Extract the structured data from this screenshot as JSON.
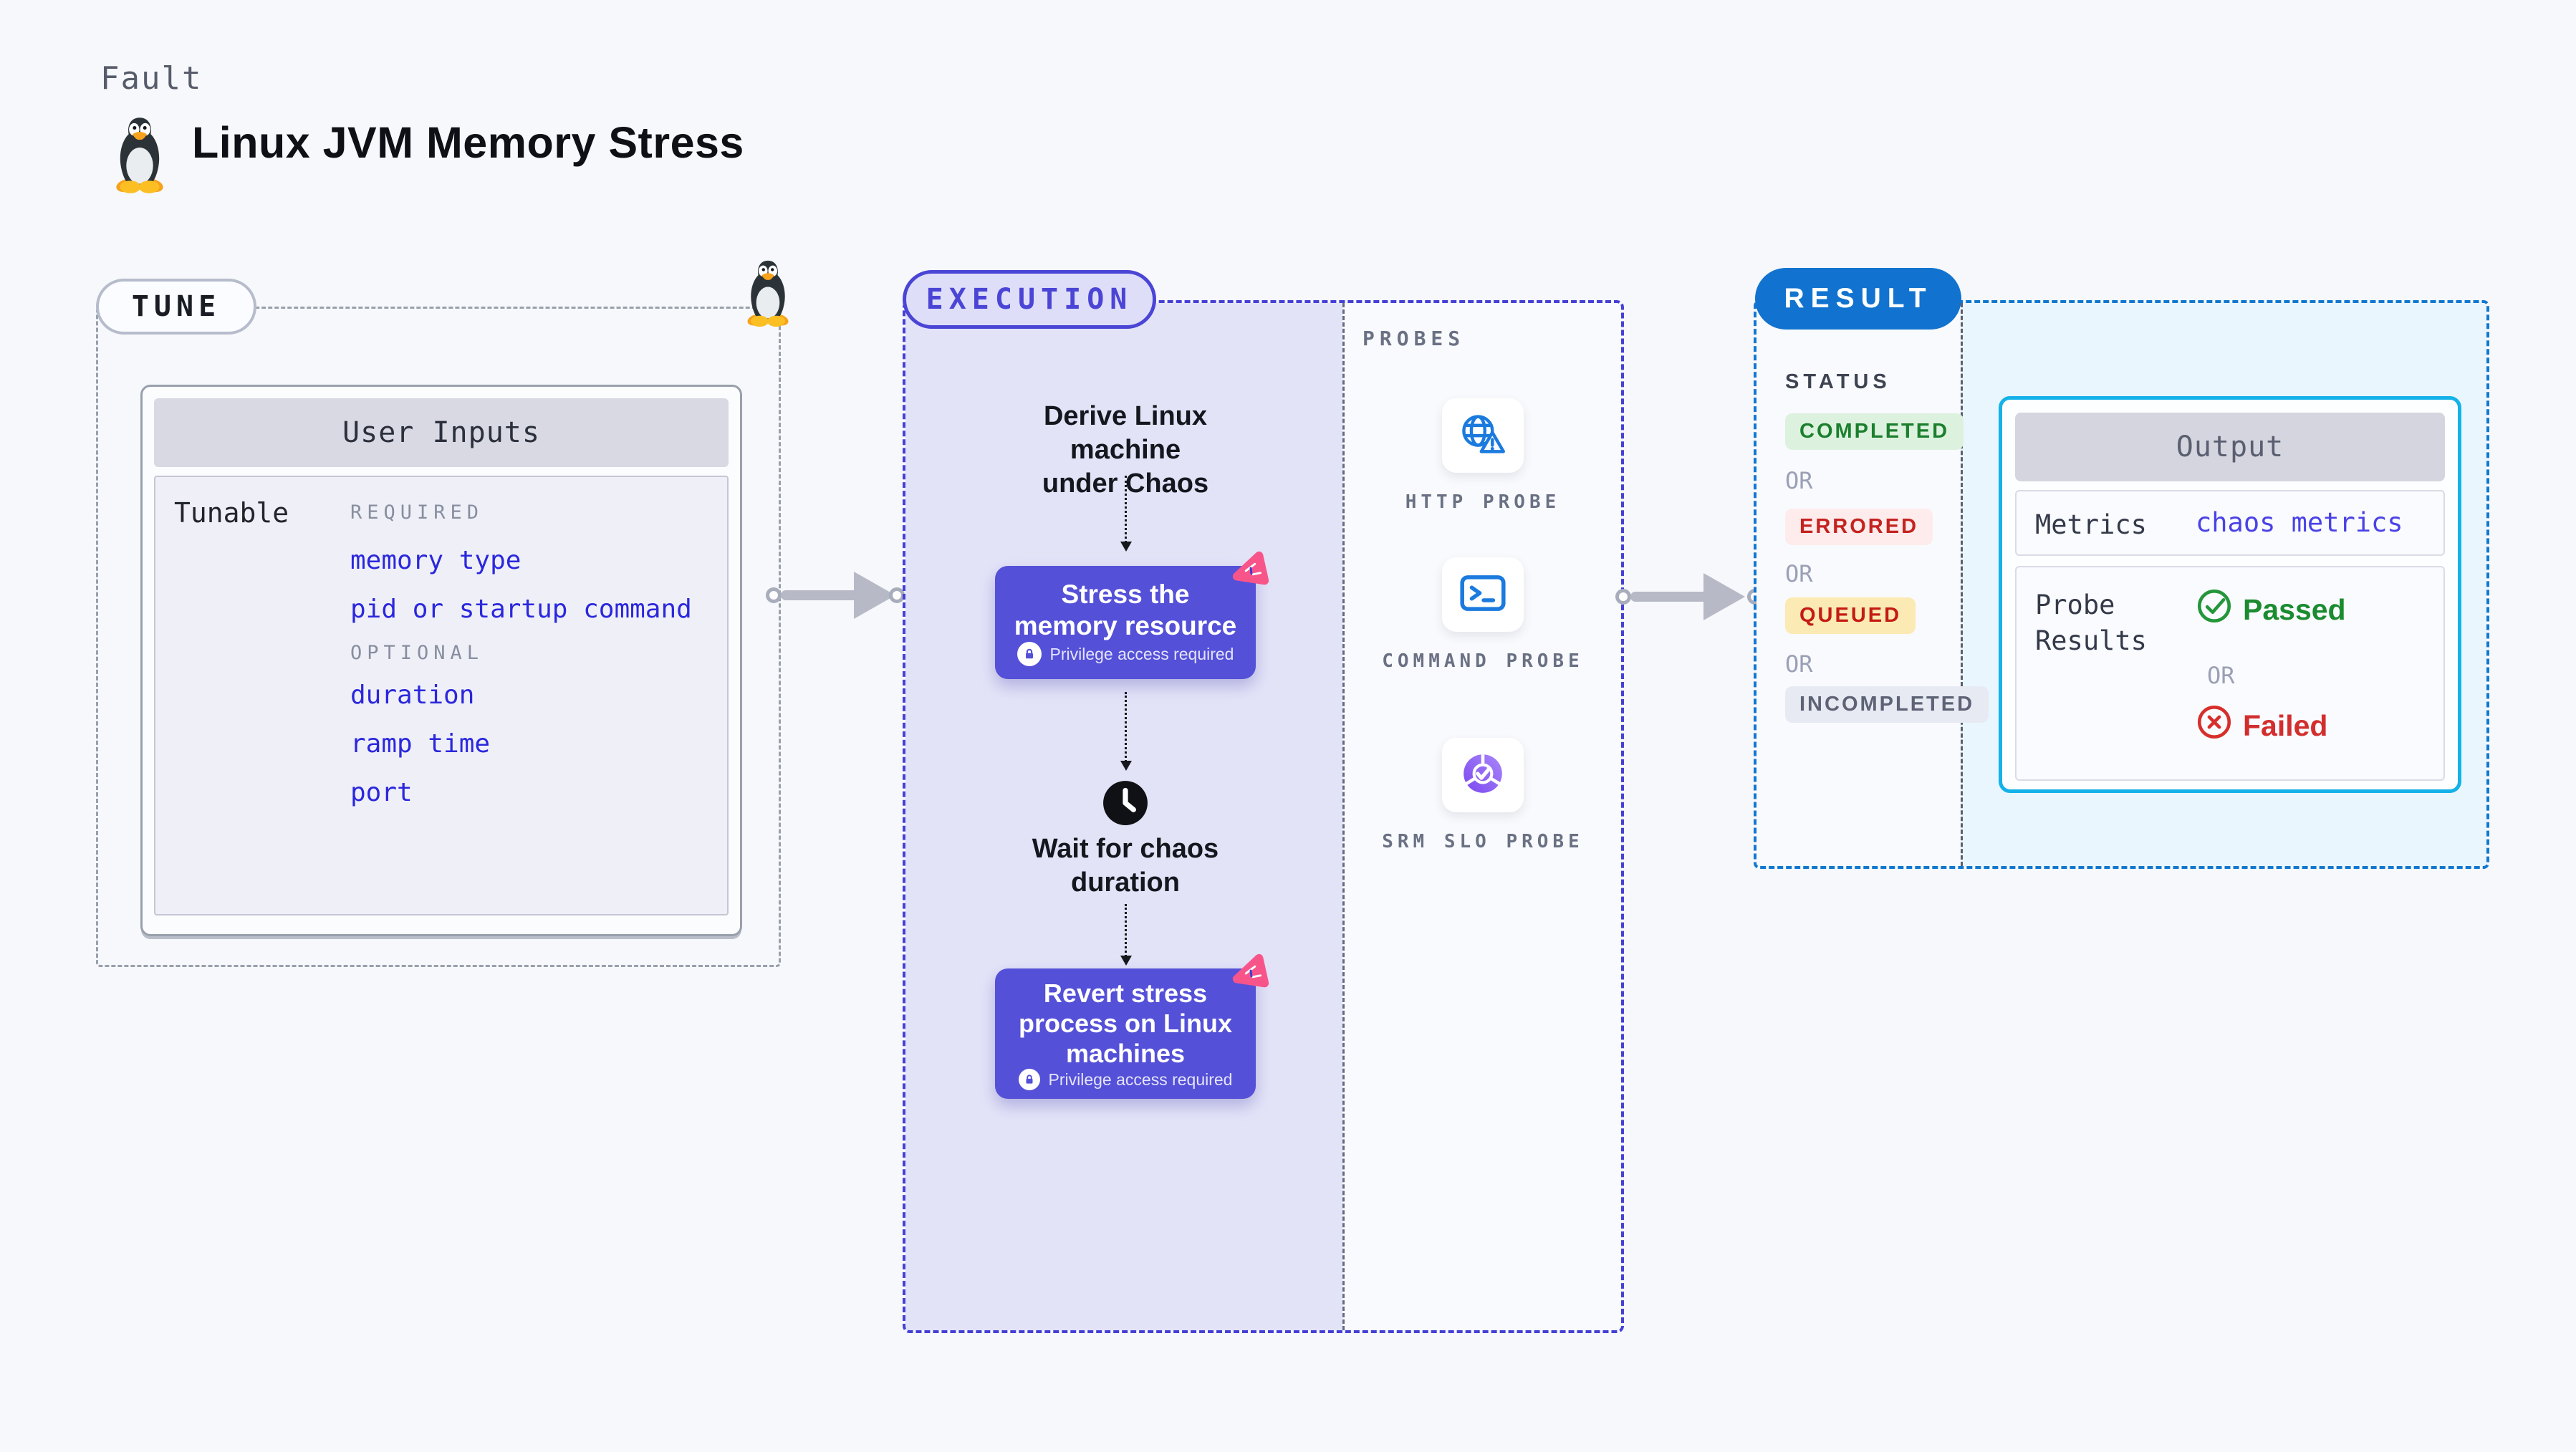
{
  "page": {
    "kind_label": "Fault",
    "title": "Linux JVM Memory Stress",
    "background": "#f7f8fb"
  },
  "tune": {
    "pill_label": "TUNE",
    "card_header": "User Inputs",
    "row_label": "Tunable",
    "groups": [
      {
        "label": "REQUIRED",
        "items": [
          "memory type",
          "pid or startup command"
        ]
      },
      {
        "label": "OPTIONAL",
        "items": [
          "duration",
          "ramp time",
          "port"
        ]
      }
    ]
  },
  "execution": {
    "pill_label": "EXECUTION",
    "derive_label": "Derive Linux machine\nunder Chaos",
    "stress_node": {
      "title": "Stress the\nmemory resource",
      "privilege": "Privilege access required"
    },
    "wait_label": "Wait for chaos\nduration",
    "revert_node": {
      "title": "Revert stress\nprocess on Linux\nmachines",
      "privilege": "Privilege access required"
    }
  },
  "probes": {
    "label": "PROBES",
    "items": [
      {
        "name": "HTTP PROBE",
        "icon": "globe-alert-icon"
      },
      {
        "name": "COMMAND PROBE",
        "icon": "terminal-icon"
      },
      {
        "name": "SRM SLO PROBE",
        "icon": "slo-pie-check-icon"
      }
    ]
  },
  "result": {
    "pill_label": "RESULT",
    "status_label": "STATUS",
    "or_label": "OR",
    "statuses": [
      {
        "label": "COMPLETED",
        "kind": "success"
      },
      {
        "label": "ERRORED",
        "kind": "error"
      },
      {
        "label": "QUEUED",
        "kind": "queued"
      },
      {
        "label": "INCOMPLETED",
        "kind": "neutral"
      }
    ],
    "output": {
      "header": "Output",
      "metrics_label": "Metrics",
      "metrics_value": "chaos metrics",
      "probe_results_label": "Probe\nResults",
      "passed_label": "Passed",
      "or_label": "OR",
      "failed_label": "Failed"
    }
  },
  "colors": {
    "page_bg": "#f7f8fb",
    "execution_fill": "#e3e3f8",
    "execution_accent": "#4b45d6",
    "node_indigo": "#5450d8",
    "chaos_pink": "#f7558a",
    "result_blue": "#1173cf",
    "output_cyan_border": "#14b2e8",
    "output_area_fill": "#e9f6fd",
    "link_blue": "#2b27dd",
    "success_green": "#1b7f2e",
    "error_red": "#c42320",
    "queued_yellow_bg": "#fbeab4",
    "probe_icon_blue": "#1b7ade",
    "slo_purple": "#7c47ee"
  }
}
